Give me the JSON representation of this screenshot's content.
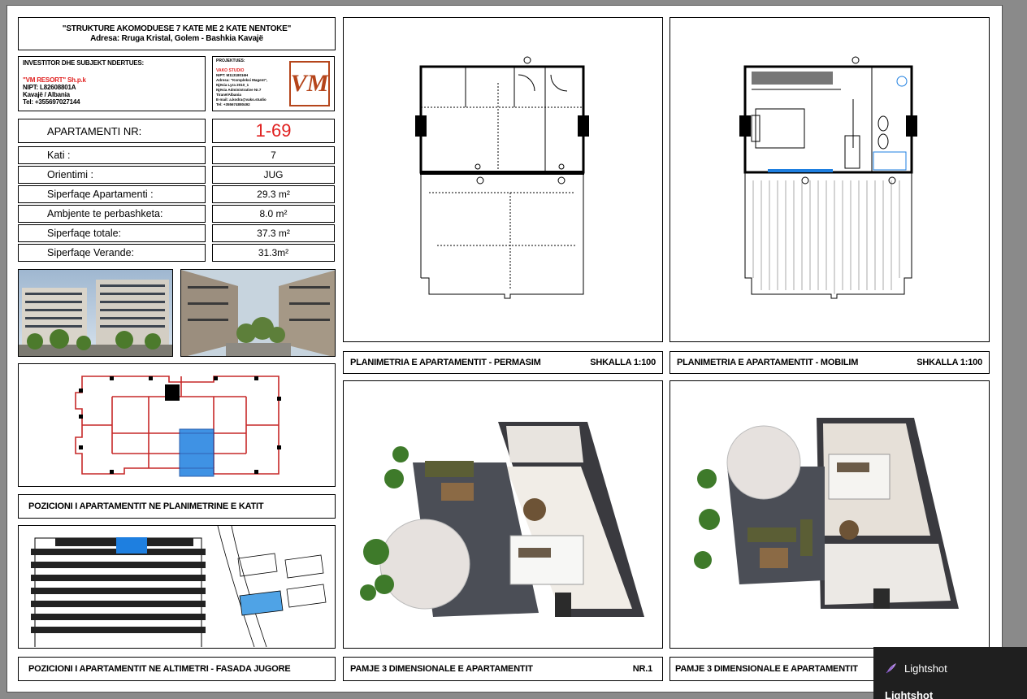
{
  "title": {
    "line1": "\"STRUKTURE AKOMODUESE 7 KATE ME 2 KATE NENTOKE\"",
    "line2": "Adresa: Rruga Kristal, Golem - Bashkia Kavajë"
  },
  "investor": {
    "heading": "INVESTITOR DHE SUBJEKT NDERTUES:",
    "company": "\"VM RESORT\" Sh.p.k",
    "nipt": "NIPT: L82608801A",
    "city": "Kavajë / Albania",
    "tel": "Tel: +355697027144"
  },
  "project": {
    "heading": "PROJEKTUES:",
    "studio": "VAKO STUDIO",
    "lines": [
      "NIPT: M11318016H",
      "Adresa: \"Kompleksi Magent\",",
      "Njësia Lyra 2010_1",
      "Njësia Administrative Nr.7",
      "Tiranë/Albania",
      "E-mail: a.kodra@vako.studio",
      "Tel: +355674880492"
    ],
    "logo_text": "VM"
  },
  "apartment": {
    "nr_label": "APARTAMENTI NR:",
    "nr_value": "1-69",
    "rows": [
      {
        "label": "Kati :",
        "value": "7"
      },
      {
        "label": "Orientimi :",
        "value": "JUG"
      },
      {
        "label": "Siperfaqe Apartamenti :",
        "value": "29.3 m²"
      },
      {
        "label": "Ambjente te perbashketa:",
        "value": "8.0 m²"
      },
      {
        "label": "Siperfaqe totale:",
        "value": "37.3 m²"
      },
      {
        "label": "Siperfaqe Verande:",
        "value": "31.3m²"
      }
    ]
  },
  "captions": {
    "position_floorplan": "POZICIONI I APARTAMENTIT NE PLANIMETRINE E KATIT",
    "position_facade": "POZICIONI I APARTAMENTIT NE ALTIMETRI - FASADA JUGORE",
    "plan_dim": "PLANIMETRIA E APARTAMENTIT - PERMASIM",
    "plan_dim_scale": "SHKALLA 1:100",
    "plan_furn": "PLANIMETRIA E APARTAMENTIT - MOBILIM",
    "plan_furn_scale": "SHKALLA 1:100",
    "view3d_1": "PAMJE 3 DIMENSIONALE E APARTAMENTIT",
    "view3d_1_nr": "NR.1",
    "view3d_2": "PAMJE 3 DIMENSIONALE E APARTAMENTIT"
  },
  "lightshot": {
    "line1": "Lightshot",
    "line2": "Lightshot"
  },
  "colors": {
    "highlight_blue": "#1e7fe0",
    "plan_red": "#c62828",
    "nr_red": "#e0201f"
  }
}
